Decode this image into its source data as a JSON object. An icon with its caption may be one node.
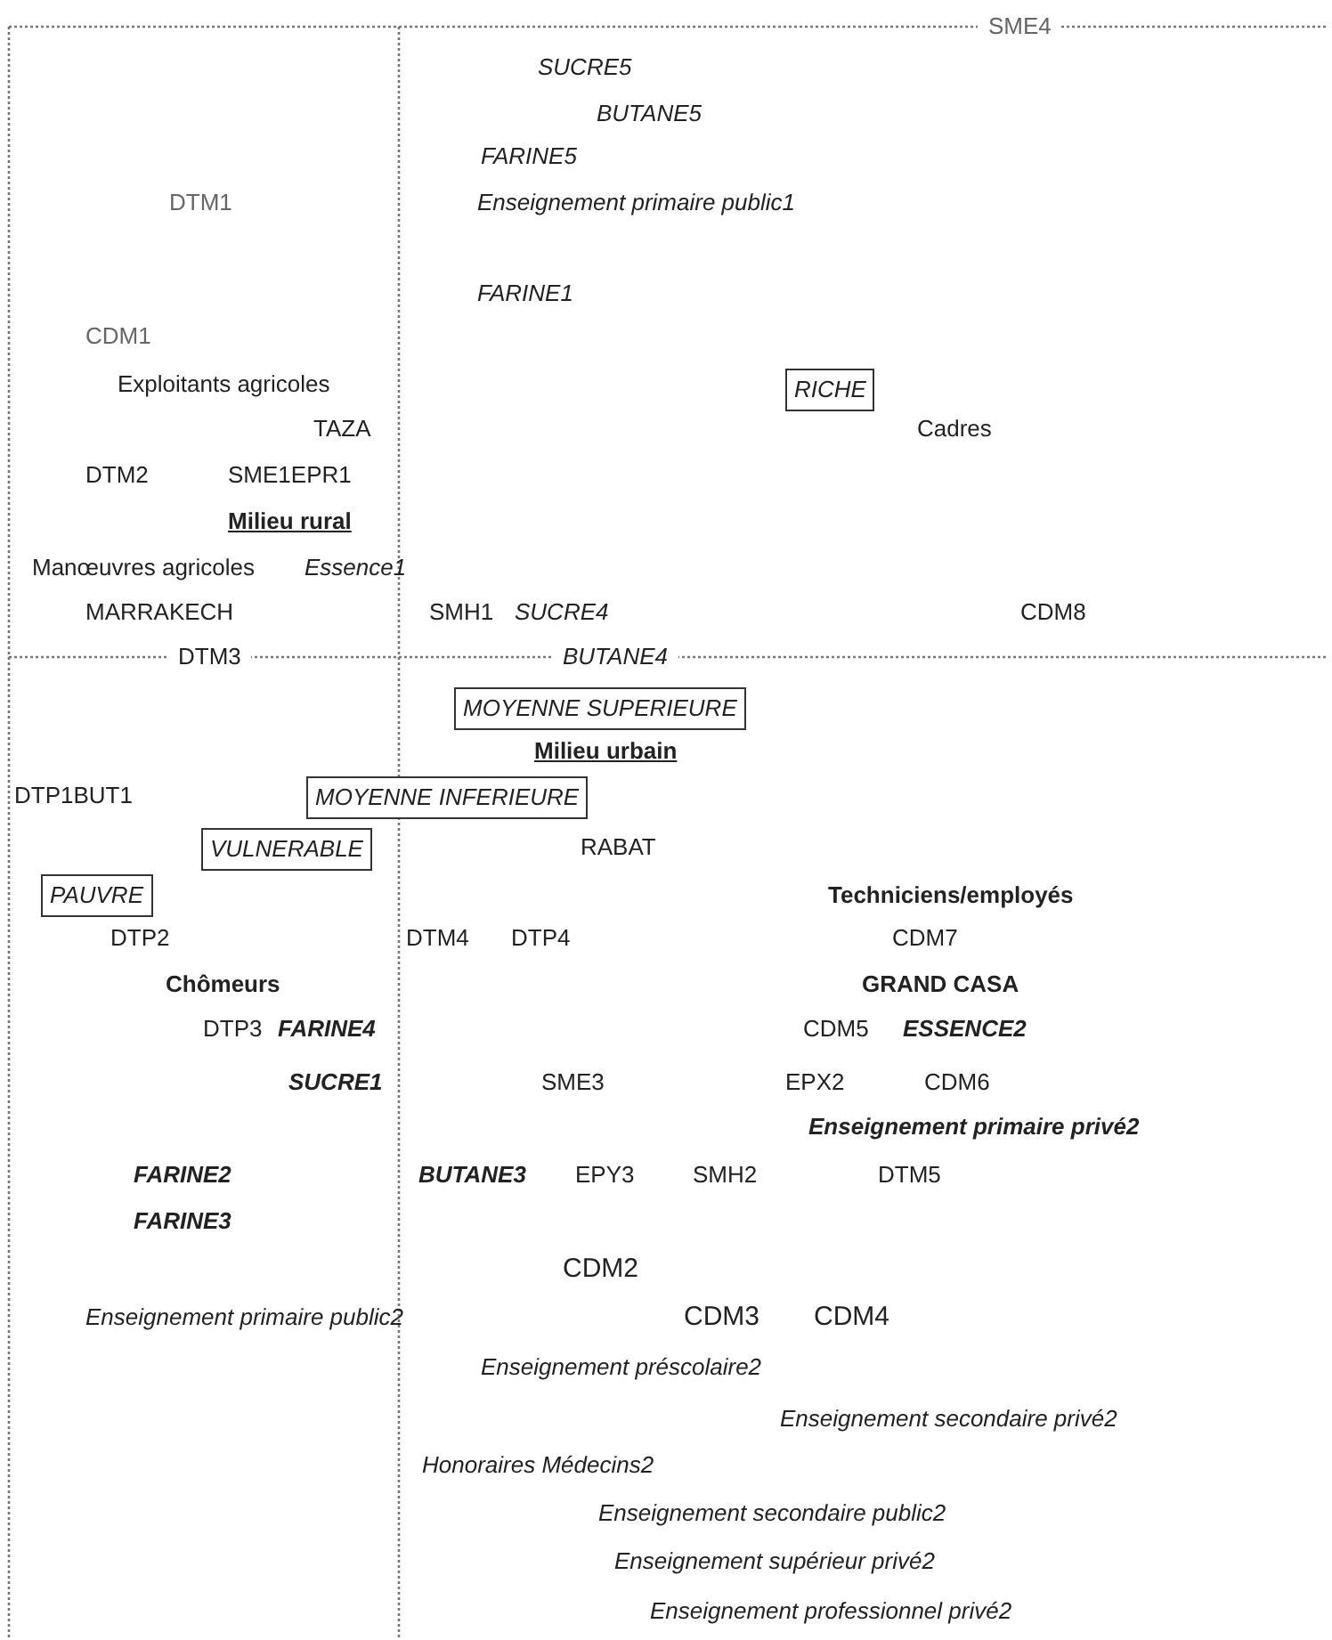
{
  "diagram": {
    "nodes": [
      {
        "text": [
          "RICHE"
        ]
      },
      {
        "text": [
          "MOYENNE SUPERIEURE"
        ]
      },
      {
        "text": [
          "MOYENNE INFERIEURE"
        ]
      },
      {
        "text": [
          "VULNERABLE"
        ]
      },
      {
        "text": [
          "PAUVRE"
        ]
      }
    ],
    "labels": [
      "SME4",
      "SUCRE5",
      "BUTANE5",
      "FARINE5",
      "DTM1",
      "Enseignement primaire public1",
      "FARINE1",
      "CDM1",
      "Exploitants agricoles",
      "TAZA",
      "Cadres",
      "DTM2",
      "SME1EPR1",
      "Milieu rural",
      "Manœuvres agricoles",
      "Essence1",
      "MARRAKECH",
      "SMH1",
      "SUCRE4",
      "CDM8",
      "DTM3",
      "BUTANE4",
      "Milieu urbain",
      "DTP1BUT1",
      "RABAT",
      "Techniciens/employés",
      "DTP2",
      "DTM4",
      "DTP4",
      "CDM7",
      "Chômeurs",
      "GRAND CASA",
      "DTP3",
      "FARINE4",
      "CDM5",
      "ESSENCE2",
      "SUCRE1",
      "SME3",
      "EPX2",
      "CDM6",
      "Enseignement primaire privé2",
      "FARINE2",
      "BUTANE3",
      "EPY3",
      "SMH2",
      "DTM5",
      "FARINE3",
      "CDM2",
      "Enseignement primaire public2",
      "CDM3",
      "CDM4",
      "Enseignement préscolaire2",
      "Enseignement secondaire privé2",
      "Honoraires Médecins2",
      "Enseignement secondaire public2",
      "Enseignement supérieur privé2",
      "Enseignement professionnel privé2"
    ]
  }
}
